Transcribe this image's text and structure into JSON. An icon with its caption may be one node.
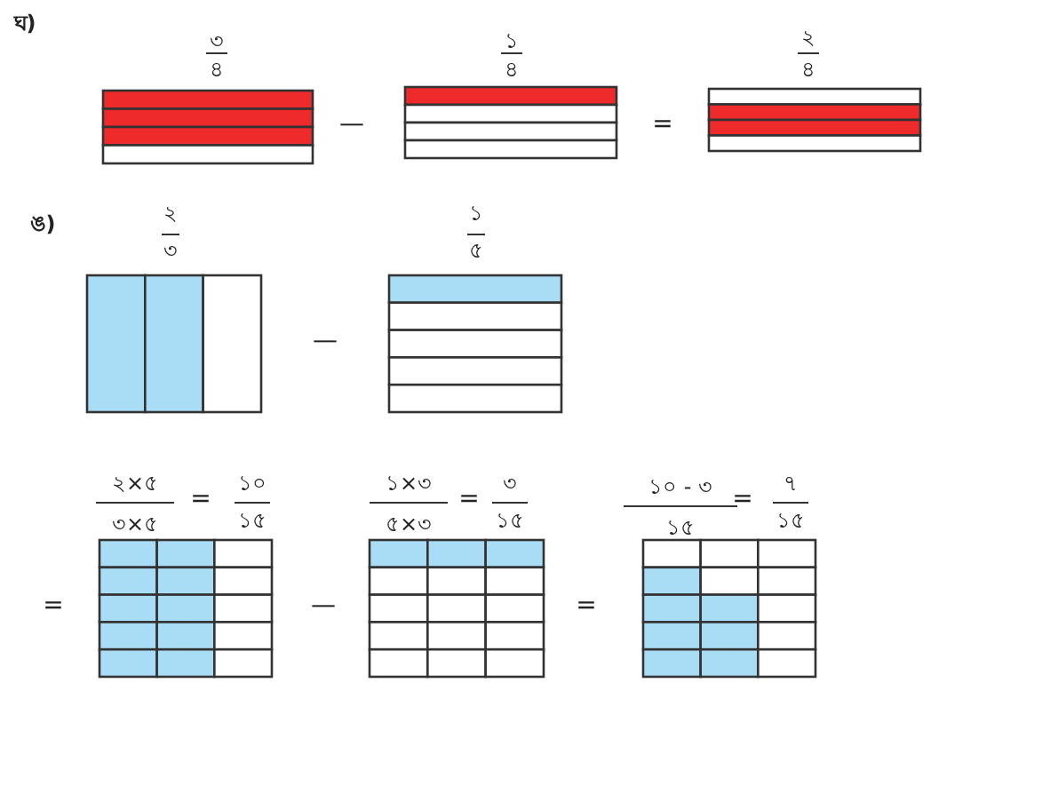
{
  "diagram": {
    "labels": [
      "ঘ)",
      "৩",
      "৪",
      "১",
      "৪",
      "২",
      "৪",
      "—",
      "=",
      "ঙ)",
      "২",
      "৩",
      "১",
      "৫",
      "—",
      "২×৫",
      "=",
      "১০",
      "১×৩",
      "=",
      "৩",
      "১০ - ৩",
      "=",
      "৭",
      "৩×৫",
      "১৫",
      "৫×৩",
      "১৫",
      "১৫",
      "১৫",
      "=",
      "—",
      "="
    ]
  }
}
